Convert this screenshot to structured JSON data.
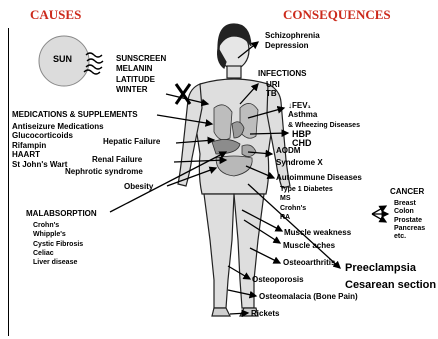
{
  "header": {
    "causes": "CAUSES",
    "consequences": "CONSEQUENCES",
    "color": "#cc2a1c"
  },
  "sun": {
    "label": "SUN"
  },
  "causes": {
    "sun_factors": [
      "SUNSCREEN",
      "MELANIN",
      "LATITUDE",
      "WINTER"
    ],
    "medications_title": "MEDICATIONS & SUPPLEMENTS",
    "medications": [
      "Antiseizure Medications",
      "Glucocorticoids",
      "Rifampin",
      "HAART",
      "St John's Wart"
    ],
    "hepatic_failure": "Hepatic Failure",
    "renal_failure": "Renal  Failure",
    "nephrotic_syndrome": "Nephrotic syndrome",
    "obesity": "Obesity",
    "malabsorption_title": "MALABSORPTION",
    "malabsorption": [
      "Crohn's",
      "Whipple's",
      "Cystic Fibrosis",
      "Celiac",
      "Liver disease"
    ]
  },
  "consequences": {
    "psych": [
      "Schizophrenia",
      "Depression"
    ],
    "infections_title": "INFECTIONS",
    "infections": [
      "URI",
      "TB"
    ],
    "lung": [
      "↓FEV₁",
      "Asthma"
    ],
    "wheezing": "& Wheezing Diseases",
    "cardio": [
      "HBP",
      "CHD"
    ],
    "metabolic": [
      "AODM",
      "Syndrome X"
    ],
    "autoimmune_title": "Autoimmune Diseases",
    "autoimmune": [
      "Type 1 Diabetes",
      "MS",
      "Crohn's",
      "RA"
    ],
    "cancer_title": "CANCER",
    "cancer": [
      "Breast",
      "Colon",
      "Prostate",
      "Pancreas",
      "etc."
    ],
    "muscle_weakness": "Muscle weakness",
    "muscle_aches": "Muscle aches",
    "preeclampsia": "Preeclampsia",
    "cesarean": "Cesarean section",
    "osteoarthritis": "Osteoarthritis",
    "osteoporosis": "Osteoporosis",
    "osteomalacia": "Osteomalacia (Bone Pain)",
    "rickets": "Rickets"
  }
}
